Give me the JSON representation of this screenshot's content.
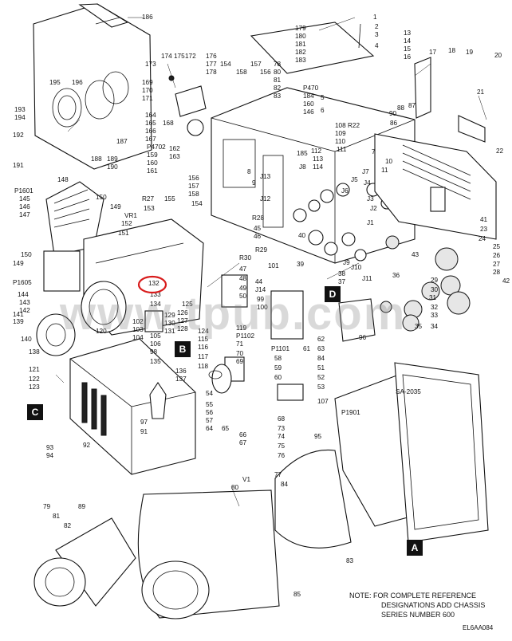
{
  "callouts": {
    "A": "A",
    "B": "B",
    "C": "C",
    "D": "D"
  },
  "highlight": {
    "label": "132",
    "color": "#d81b1b"
  },
  "watermark": "www.tpub.com",
  "note": {
    "line1": "NOTE:   FOR COMPLETE REFERENCE",
    "line2": "DESIGNATIONS ADD CHASSIS",
    "line3": "SERIES NUMBER 600"
  },
  "figure_code": "EL6AA084",
  "labels": [
    "186",
    "1",
    "2",
    "3",
    "4",
    "179",
    "180",
    "181",
    "182",
    "183",
    "13",
    "14",
    "15",
    "16",
    "17",
    "18",
    "19",
    "20",
    "21",
    "22",
    "174",
    "175",
    "172",
    "173",
    "169",
    "170",
    "171",
    "176",
    "177",
    "178",
    "154",
    "158",
    "157",
    "156",
    "78",
    "80",
    "81",
    "82",
    "83",
    "P470",
    "184",
    "160",
    "146",
    "5",
    "6",
    "195",
    "196",
    "193",
    "194",
    "192",
    "191",
    "187",
    "188",
    "189",
    "190",
    "168",
    "164",
    "165",
    "166",
    "167",
    "P4702",
    "159",
    "160",
    "161",
    "162",
    "163",
    "108",
    "R22",
    "109",
    "110",
    "111",
    "112",
    "113",
    "114",
    "185",
    "7",
    "90",
    "88",
    "87",
    "86",
    "10",
    "11",
    "8",
    "9",
    "148",
    "P1601",
    "145",
    "146",
    "147",
    "150",
    "149",
    "VR1",
    "152",
    "151",
    "R27",
    "153",
    "155",
    "156",
    "157",
    "158",
    "154",
    "J13",
    "J12",
    "R28",
    "45",
    "46",
    "J8",
    "J7",
    "J6",
    "J5",
    "J4",
    "J3",
    "J2",
    "J1",
    "J9",
    "J10",
    "J11",
    "149",
    "150",
    "P1605",
    "144",
    "143",
    "142",
    "141",
    "139",
    "140",
    "138",
    "132",
    "133",
    "134",
    "125",
    "126",
    "127",
    "128",
    "129",
    "130",
    "131",
    "R30",
    "47",
    "48",
    "49",
    "50",
    "R29",
    "40",
    "39",
    "38",
    "37",
    "36",
    "35",
    "34",
    "33",
    "32",
    "31",
    "30",
    "29",
    "28",
    "27",
    "26",
    "25",
    "24",
    "23",
    "41",
    "42",
    "43",
    "44",
    "J14",
    "99",
    "100",
    "101",
    "102",
    "103",
    "104",
    "105",
    "106",
    "98",
    "135",
    "136",
    "137",
    "120",
    "121",
    "122",
    "123",
    "124",
    "115",
    "116",
    "117",
    "118",
    "119",
    "P1102",
    "71",
    "70",
    "69",
    "P1101",
    "58",
    "59",
    "60",
    "61",
    "62",
    "63",
    "84",
    "51",
    "52",
    "53",
    "54",
    "55",
    "56",
    "57",
    "64",
    "65",
    "66",
    "67",
    "68",
    "73",
    "74",
    "75",
    "76",
    "SA-2035",
    "P1901",
    "107",
    "95",
    "96",
    "97",
    "91",
    "92",
    "93",
    "94",
    "89",
    "79",
    "81",
    "82",
    "80",
    "V1",
    "77",
    "84",
    "85",
    "83"
  ]
}
